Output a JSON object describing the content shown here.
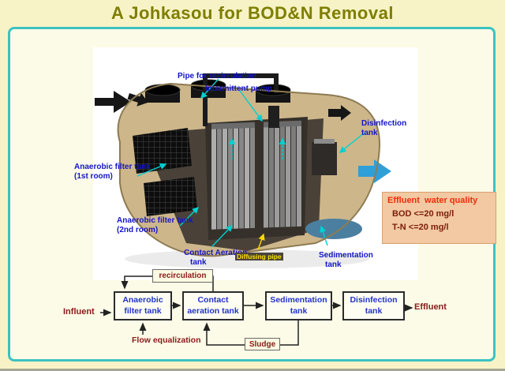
{
  "title": "A Johkasou for BOD&N Removal",
  "diagram": {
    "pipe_recirculation": "Pipe for recirculation",
    "intermittent_pump": "Intermittent pump",
    "disinfection": {
      "l1": "Disinfection",
      "l2": "tank"
    },
    "anaerobic1": {
      "l1": "Anaerobic filter tank",
      "l2": "(1st room)"
    },
    "anaerobic2": {
      "l1": "Anaerobic filter tank",
      "l2": "(2nd room)"
    },
    "contact": {
      "l1": "Contact Aeration",
      "l2": "tank"
    },
    "diffusing_pipe": "Diffusing pipe",
    "sedimentation": {
      "l1": "Sedimentation",
      "l2": "tank"
    }
  },
  "effluent_quality": {
    "title": "Effluent  water quality",
    "bod": "BOD <=20 mg/l",
    "tn": "T-N <=20 mg/l"
  },
  "flow": {
    "influent": "Influent",
    "effluent": "Effluent",
    "recirculation": "recirculation",
    "flow_equalization": "Flow equalization",
    "sludge": "Sludge",
    "boxes": [
      {
        "label": "Anaerobic filter tank"
      },
      {
        "label": "Contact aeration tank"
      },
      {
        "label": "Sedimentation tank"
      },
      {
        "label": "Disinfection tank"
      }
    ]
  },
  "colors": {
    "panel_border_teal": "#3cc2c2",
    "title_olive": "#7e7e00",
    "diagram_label_blue": "#1316c8",
    "flow_text_dark_red": "#8b1a1a",
    "effluent_box_bg": "#f2c9a2",
    "effluent_title_red": "#ee2c09",
    "effluent_arrow_blue": "#2f9fd8",
    "tank_tan": "#cdb68a"
  }
}
